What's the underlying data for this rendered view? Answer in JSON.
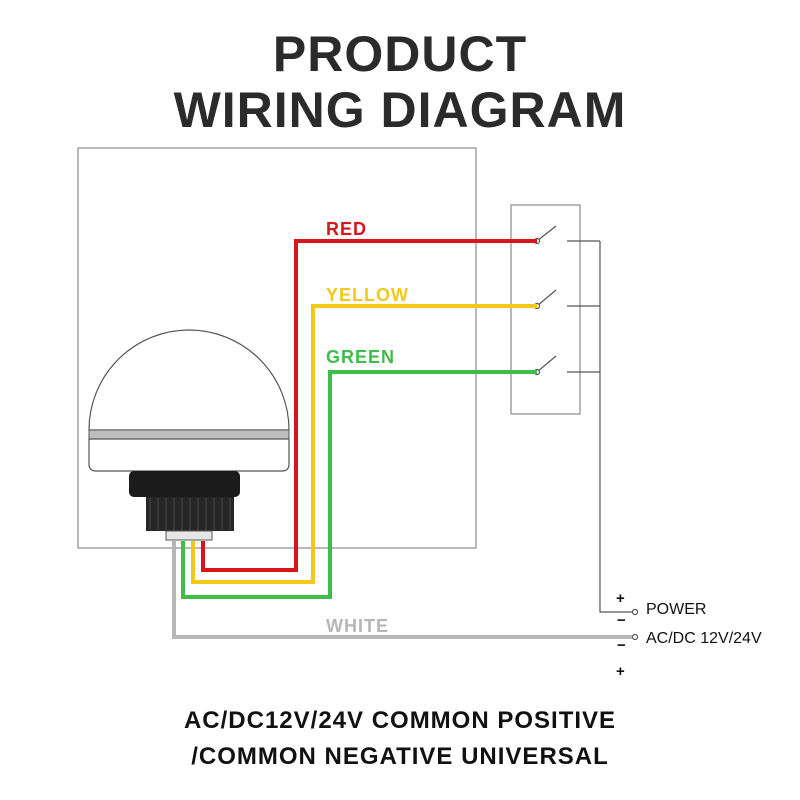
{
  "title": {
    "line1": "PRODUCT",
    "line2": "WIRING DIAGRAM"
  },
  "wires": [
    {
      "label": "RED",
      "color": "#d7151c"
    },
    {
      "label": "YELLOW",
      "color": "#f2c919"
    },
    {
      "label": "GREEN",
      "color": "#3fbd4b"
    },
    {
      "label": "WHITE",
      "color": "#b7b7b7"
    }
  ],
  "power": {
    "label": "POWER",
    "spec": "AC/DC 12V/24V",
    "signs": [
      "+",
      "−",
      "−",
      "+"
    ]
  },
  "caption": {
    "line1": "AC/DC12V/24V COMMON POSITIVE",
    "line2": "/COMMON NEGATIVE UNIVERSAL"
  }
}
